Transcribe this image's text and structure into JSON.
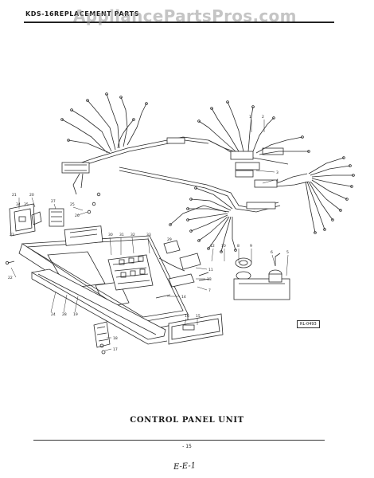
{
  "header": {
    "code": "KDS-16",
    "title": "REPLACEMENT PARTS",
    "watermark": "AppliancePartsPros.com"
  },
  "diagram": {
    "ref_code": "RL-0493",
    "part_labels": [
      "1",
      "2",
      "3",
      "4",
      "5",
      "6",
      "7",
      "8",
      "9",
      "10",
      "11",
      "12",
      "13",
      "14",
      "15",
      "16",
      "17",
      "18",
      "19",
      "20",
      "21",
      "22",
      "23",
      "24",
      "25",
      "26",
      "27",
      "28",
      "29",
      "30",
      "31",
      "32",
      "33",
      "34",
      "35"
    ]
  },
  "caption": "CONTROL PANEL UNIT",
  "footer": {
    "page_number": "- 15",
    "handwritten": "E-E-1"
  }
}
